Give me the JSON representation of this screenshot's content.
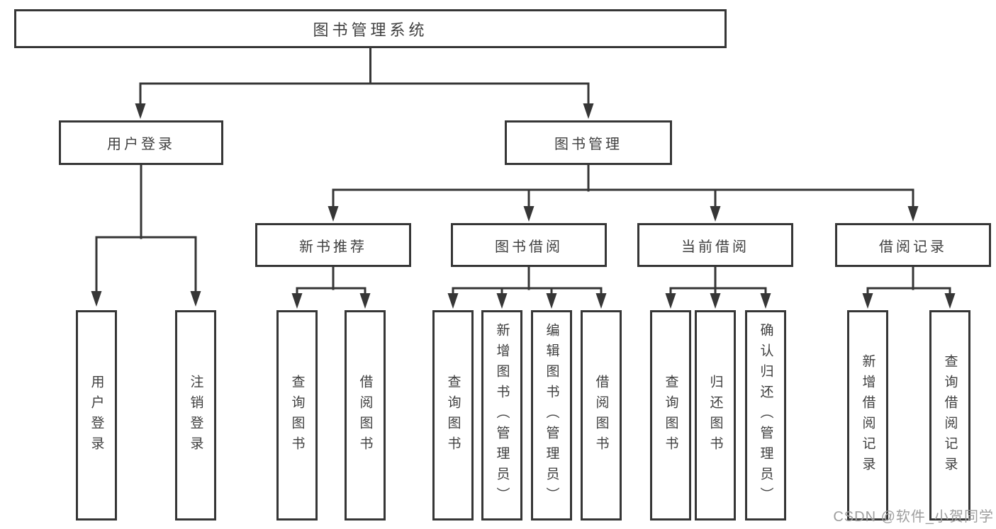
{
  "diagram": {
    "tree": {
      "label": "图书管理系统",
      "children": [
        {
          "label": "用户登录",
          "children": [
            {
              "label": "用户登录"
            },
            {
              "label": "注销登录"
            }
          ]
        },
        {
          "label": "图书管理",
          "children": [
            {
              "label": "新书推荐",
              "children": [
                {
                  "label": "查询图书"
                },
                {
                  "label": "借阅图书"
                }
              ]
            },
            {
              "label": "图书借阅",
              "children": [
                {
                  "label": "查询图书"
                },
                {
                  "label": "新增图书（管理员）"
                },
                {
                  "label": "编辑图书（管理员）"
                },
                {
                  "label": "借阅图书"
                }
              ]
            },
            {
              "label": "当前借阅",
              "children": [
                {
                  "label": "查询图书"
                },
                {
                  "label": "归还图书"
                },
                {
                  "label": "确认归还（管理员）"
                }
              ]
            },
            {
              "label": "借阅记录",
              "children": [
                {
                  "label": "新增借阅记录"
                },
                {
                  "label": "查询借阅记录"
                }
              ]
            }
          ]
        }
      ]
    },
    "watermark": "CSDN @软件_小贺同学",
    "colors": {
      "line": "#363636",
      "text": "#3f3f3f",
      "box_background": "#ffffff",
      "page_background": "#ffffff",
      "watermark": "#9e9e9e"
    }
  }
}
